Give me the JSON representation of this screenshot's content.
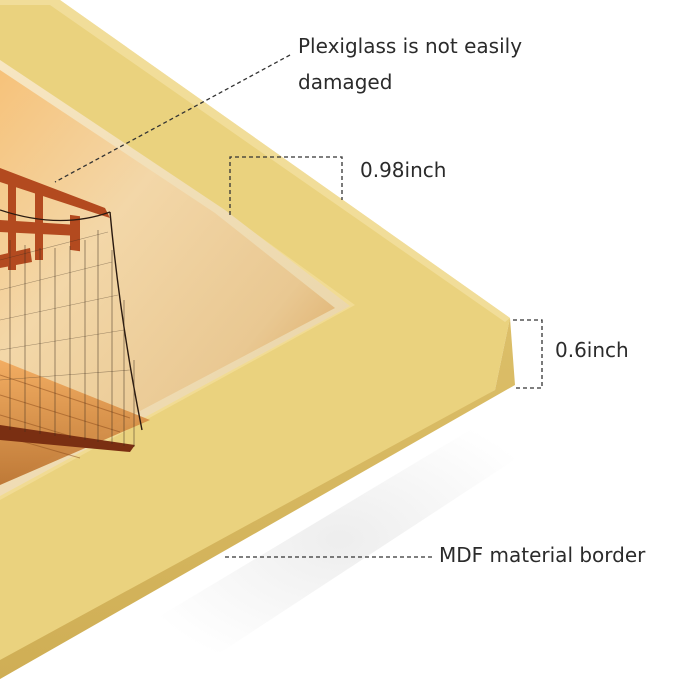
{
  "callouts": {
    "plexiglass_line1": "Plexiglass is not easily",
    "plexiglass_line2": "damaged",
    "depth_inner": "0.98inch",
    "depth_outer": "0.6inch",
    "border": "MDF material border"
  },
  "colors": {
    "frame_face": "#ead27e",
    "frame_side": "#d8b95f",
    "frame_inner_bevel": "#f1db93",
    "mat_light": "#fbf0d8",
    "photo_glow": "#f4b466",
    "bridge_tower": "#b34a1f",
    "leader_line": "#333333"
  }
}
